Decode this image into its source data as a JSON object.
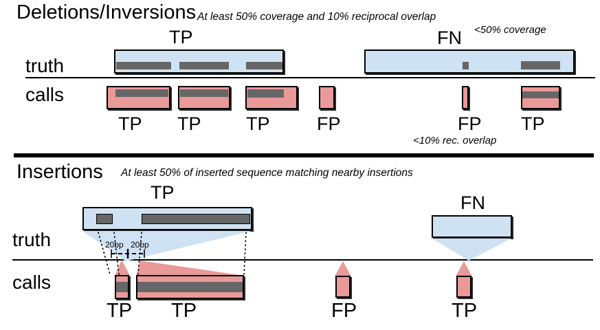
{
  "colors": {
    "truth_fill": "#cfe2f3",
    "call_fill": "#ea9999",
    "variant_fill": "#666666",
    "line_color": "#000000"
  },
  "deletions": {
    "title": "Deletions/Inversions",
    "subtitle": "At least 50% coverage and 10% reciprocal overlap",
    "tp_group_label": "TP",
    "fn_group_label": "FN",
    "coverage_note": "<50% coverage",
    "overlap_note": "<10% rec. overlap",
    "row_labels": {
      "truth": "truth",
      "calls": "calls"
    },
    "call_labels": [
      "TP",
      "TP",
      "TP",
      "FP",
      "FP",
      "TP"
    ]
  },
  "insertions": {
    "title": "Insertions",
    "subtitle": "At least 50% of inserted sequence matching nearby insertions",
    "tp_group_label": "TP",
    "fn_group_label": "FN",
    "bp_labels": [
      "20bp",
      "20bp"
    ],
    "row_labels": {
      "truth": "truth",
      "calls": "calls"
    },
    "call_labels": [
      "TP",
      "TP",
      "FP",
      "TP"
    ]
  }
}
